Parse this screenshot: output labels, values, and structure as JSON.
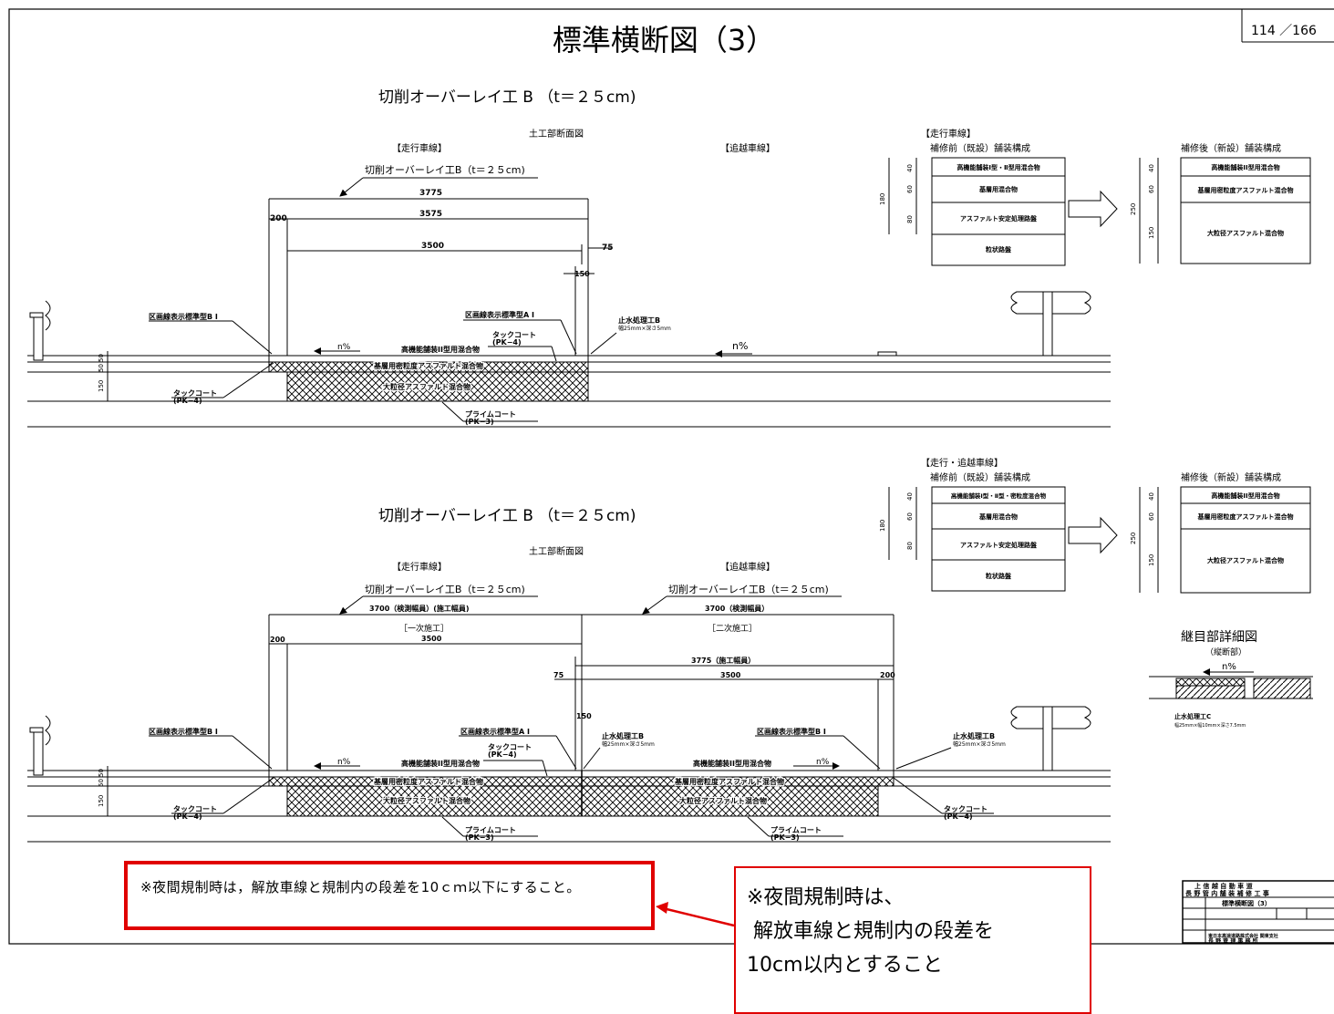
{
  "page": {
    "title": "標準横断図（3）",
    "page_number": "114 ／166"
  },
  "section_top": {
    "title": "切削オーバーレイ工 B （t＝２５cm)",
    "subtitle": "土工部断面図",
    "lane_left": "【走行車線】",
    "lane_right": "【追越車線】",
    "overlay_label": "切削オーバーレイ工B（t＝２５cm)",
    "dims": [
      "3775",
      "3575",
      "200",
      "3500",
      "75",
      "150"
    ],
    "marking_left": "区画線表示標準型B I",
    "marking_center": "区画線表示標準型A I",
    "seal_label": "止水処理工B",
    "seal_sub": "幅25mm×深さ5mm",
    "tack_center": "タックコート\n(PK−4)",
    "tack_left": "タックコート\n(PK−4)",
    "prime": "プライムコート\n(PK−3)",
    "slope_left": "n%",
    "slope_right": "n%",
    "layer1": "高機能舗装II型用混合物",
    "layer2": "基層用密粒度アスファルト混合物",
    "layer3": "大粒径アスファルト混合物",
    "vdims": [
      "50",
      "50",
      "150"
    ]
  },
  "pave_top": {
    "header": "【走行車線】",
    "before_title": "補修前（既設）舗装構成",
    "before_layers": [
      "高機能舗装Ⅰ型・Ⅱ型用混合物",
      "基層用混合物",
      "アスファルト安定処理路盤",
      "粒状路盤"
    ],
    "before_dims": [
      "40",
      "60",
      "80",
      "180"
    ],
    "after_title": "補修後（新設）舗装構成",
    "after_layers": [
      "高機能舗装II型用混合物",
      "基層用密粒度アスファルト混合物",
      "大粒径アスファルト混合物"
    ],
    "after_dims": [
      "40",
      "60",
      "150",
      "250"
    ]
  },
  "section_bottom": {
    "title": "切削オーバーレイ工 B （t＝２５cm)",
    "subtitle": "土工部断面図",
    "lane_left": "【走行車線】",
    "lane_right": "【追越車線】",
    "overlay_left": "切削オーバーレイ工B（t＝２５cm)",
    "overlay_right": "切削オーバーレイ工B（t＝２５cm)",
    "dim_left": "3700（検測幅員）(施工幅員)",
    "dim_right": "3700（検測幅員）",
    "phase1": "［一次施工］",
    "phase2": "［二次施工］",
    "dims": [
      "200",
      "3500",
      "3775（施工幅員）",
      "75",
      "3500",
      "200",
      "150"
    ],
    "marking_left": "区画線表示標準型B I",
    "marking_center": "区画線表示標準型A I",
    "marking_right": "区画線表示標準型B I",
    "seal_label": "止水処理工B",
    "seal_sub": "幅25mm×深さ5mm",
    "tack": "タックコート\n(PK−4)",
    "prime": "プライムコート\n(PK−3)",
    "slope": "n%"
  },
  "pave_bottom": {
    "header": "【走行・追越車線】",
    "before_title": "補修前（既設）舗装構成",
    "before_layers": [
      "高機能舗装Ⅰ型・Ⅱ型・密粒度混合物",
      "基層用混合物",
      "アスファルト安定処理路盤",
      "粒状路盤"
    ],
    "after_title": "補修後（新設）舗装構成",
    "after_layers": [
      "高機能舗装II型用混合物",
      "基層用密粒度アスファルト混合物",
      "大粒径アスファルト混合物"
    ]
  },
  "joint_detail": {
    "title": "継目部詳細図",
    "subtitle": "（縦断部）",
    "slope": "n%",
    "label": "止水処理工C",
    "sub": "幅25mm×幅10mm×深さ7.5mm"
  },
  "title_block": {
    "line1": "上 信 越 自 動 車 道",
    "line2": "長 野 管 内 舗 装 補 修 工 事",
    "drawing_name": "標準横断図（3）",
    "company": "東日本高速道路株式会社 関東支社",
    "office": "長 野 管 理 事 務 所"
  },
  "note": "※夜間規制時は，解放車線と規制内の段差を10ｃｍ以下にすること。",
  "callout": "※夜間規制時は、\n 解放車線と規制内の段差を\n10cm以内とすること",
  "colors": {
    "highlight": "#e00000"
  }
}
